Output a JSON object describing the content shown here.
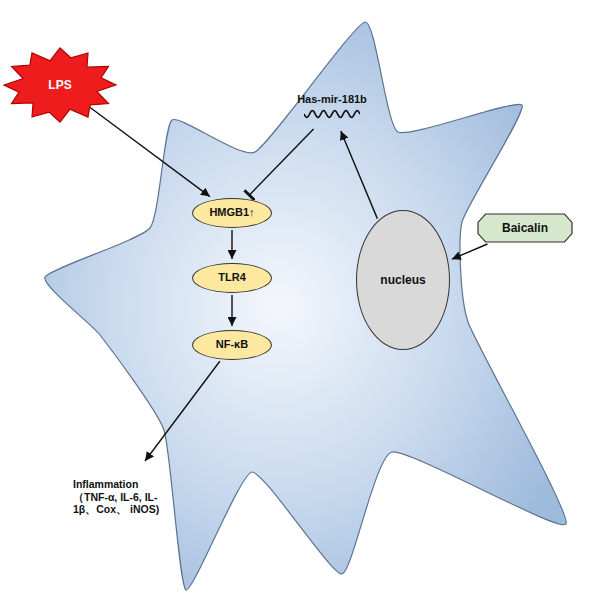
{
  "diagram": {
    "nodes": [
      {
        "text": [
          "LPS"
        ]
      },
      {
        "text": [
          "HMGB1↑"
        ]
      },
      {
        "text": [
          "TLR4"
        ]
      },
      {
        "text": [
          "NF-κB"
        ]
      },
      {
        "text": [
          "Has-mir-181b"
        ]
      },
      {
        "text": [
          "nucleus"
        ]
      },
      {
        "text": [
          "Baicalin"
        ]
      },
      {
        "text": [
          "Inflammation （TNF-α, IL-6, IL-1β、Cox、 iNOS)"
        ]
      }
    ],
    "edges": [
      {
        "from": 0,
        "to": 1,
        "arrow": "to"
      },
      {
        "from": 1,
        "to": 2,
        "arrow": "to"
      },
      {
        "from": 2,
        "to": 3,
        "arrow": "to"
      },
      {
        "from": 3,
        "to": 7,
        "arrow": "to"
      },
      {
        "from": 5,
        "to": 4,
        "arrow": "to"
      },
      {
        "from": 4,
        "to": 1,
        "arrow": "to"
      },
      {
        "from": 6,
        "to": 5,
        "arrow": "to"
      }
    ]
  }
}
